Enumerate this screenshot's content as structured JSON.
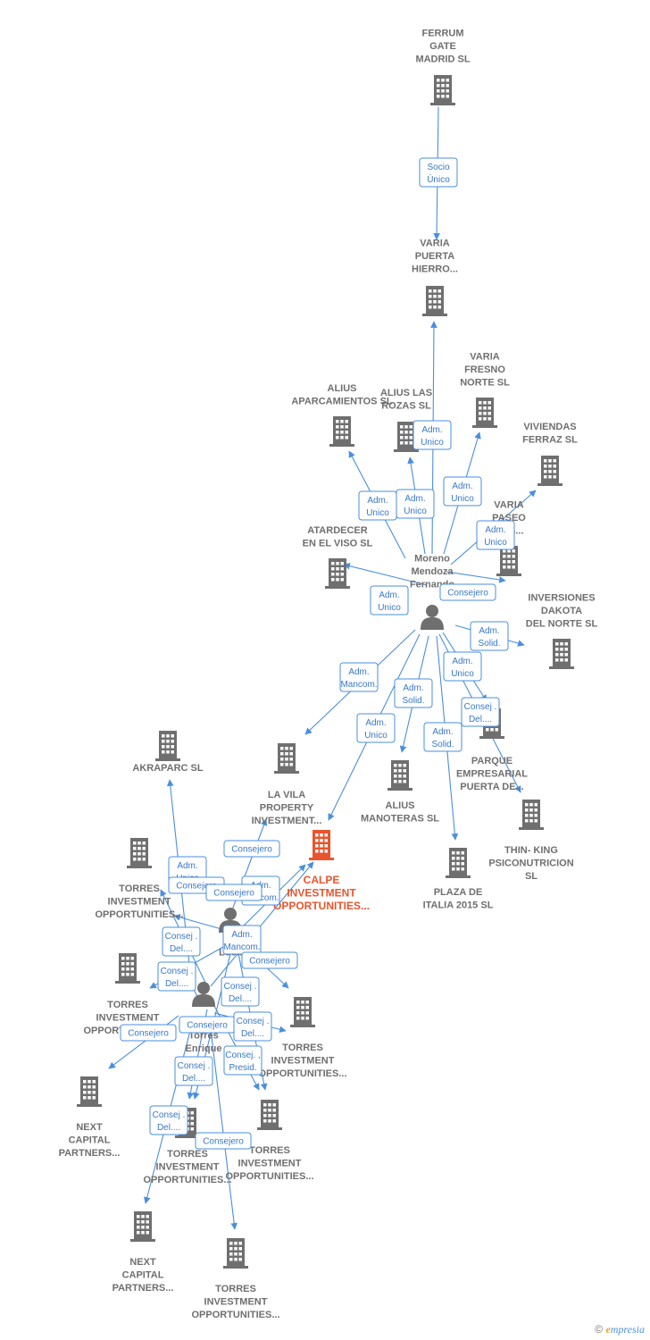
{
  "colors": {
    "company": "#6f6f6f",
    "focus": "#e8552d",
    "edge": "#4a8fde",
    "person": "#6f6f6f"
  },
  "footer": {
    "copyright": "©",
    "brand_initial": "e",
    "brand_rest": "mpresia"
  },
  "nodes": [
    {
      "id": "ferrum",
      "kind": "company",
      "lines": [
        "FERRUM",
        "GATE",
        "MADRID  SL"
      ]
    },
    {
      "id": "varia_pueta",
      "kind": "company",
      "lines": [
        "VARIA",
        "PUERTA",
        "HIERRO..."
      ]
    },
    {
      "id": "alius_aparc",
      "kind": "company",
      "lines": [
        "ALIUS",
        "APARCAMIENTOS SL"
      ]
    },
    {
      "id": "alius_rozas",
      "kind": "company",
      "lines": [
        "ALIUS LAS",
        "ROZAS SL"
      ]
    },
    {
      "id": "varia_fresno",
      "kind": "company",
      "lines": [
        "VARIA",
        "FRESNO",
        "NORTE  SL"
      ]
    },
    {
      "id": "viviendas",
      "kind": "company",
      "lines": [
        "VIVIENDAS",
        "FERRAZ  SL"
      ]
    },
    {
      "id": "varia_paseo",
      "kind": "company",
      "lines": [
        "VARIA",
        "PASEO",
        "...ES..."
      ]
    },
    {
      "id": "atardecer",
      "kind": "company",
      "lines": [
        "ATARDECER",
        "EN EL VISO  SL"
      ]
    },
    {
      "id": "moreno",
      "kind": "person",
      "lines": [
        "Moreno",
        "Mendoza",
        "Fernando"
      ]
    },
    {
      "id": "dakota",
      "kind": "company",
      "lines": [
        "INVERSIONES",
        "DAKOTA",
        "DEL NORTE SL"
      ]
    },
    {
      "id": "parque",
      "kind": "company",
      "lines": [
        "PARQUE",
        "EMPRESARIAL",
        "PUERTA DE..."
      ]
    },
    {
      "id": "thinking",
      "kind": "company",
      "lines": [
        "THIN- KING",
        "PSICONUTRICION",
        "SL"
      ]
    },
    {
      "id": "plaza",
      "kind": "company",
      "lines": [
        "PLAZA DE",
        "ITALIA 2015  SL"
      ]
    },
    {
      "id": "manoteras",
      "kind": "company",
      "lines": [
        "ALIUS",
        "MANOTERAS SL"
      ]
    },
    {
      "id": "lavila",
      "kind": "company",
      "lines": [
        "LA VILA",
        "PROPERTY",
        "INVESTMENT..."
      ]
    },
    {
      "id": "calpe",
      "kind": "focus",
      "lines": [
        "CALPE",
        "INVESTMENT",
        "OPPORTUNITIES..."
      ]
    },
    {
      "id": "akraparc",
      "kind": "company",
      "lines": [
        "AKRAPARC SL"
      ]
    },
    {
      "id": "torres1",
      "kind": "company",
      "lines": [
        "TORRES",
        "INVESTMENT",
        "OPPORTUNITIES..."
      ]
    },
    {
      "id": "lucas",
      "kind": "person",
      "lines": [
        "Lu",
        "Luca"
      ]
    },
    {
      "id": "torres2",
      "kind": "company",
      "lines": [
        "TORRES",
        "INVESTMENT",
        "OPPORTUNITIES..."
      ]
    },
    {
      "id": "gallego",
      "kind": "person",
      "lines": [
        "Gallego",
        "Torres",
        "Enrique"
      ]
    },
    {
      "id": "torres3",
      "kind": "company",
      "lines": [
        "TORRES",
        "INVESTMENT",
        "OPPORTUNITIES..."
      ]
    },
    {
      "id": "next1",
      "kind": "company",
      "lines": [
        "NEXT",
        "CAPITAL",
        "PARTNERS..."
      ]
    },
    {
      "id": "torres4",
      "kind": "company",
      "lines": [
        "TORRES",
        "INVESTMENT",
        "OPPORTUNITIES..."
      ]
    },
    {
      "id": "torres5",
      "kind": "company",
      "lines": [
        "TORRES",
        "INVESTMENT",
        "OPPORTUNITIES..."
      ]
    },
    {
      "id": "next2",
      "kind": "company",
      "lines": [
        "NEXT",
        "CAPITAL",
        "PARTNERS..."
      ]
    },
    {
      "id": "torres6",
      "kind": "company",
      "lines": [
        "TORRES",
        "INVESTMENT",
        "OPPORTUNITIES..."
      ]
    }
  ],
  "edges": [
    {
      "from": "ferrum",
      "to": "varia_pueta",
      "label": [
        "Socio",
        "Único"
      ]
    },
    {
      "from": "moreno",
      "to": "varia_pueta",
      "label": [
        "Adm.",
        "Unico"
      ]
    },
    {
      "from": "moreno",
      "to": "alius_aparc",
      "label": [
        "Adm.",
        "Unico"
      ]
    },
    {
      "from": "moreno",
      "to": "alius_rozas",
      "label": [
        "Adm.",
        "Unico"
      ]
    },
    {
      "from": "moreno",
      "to": "varia_fresno",
      "label": [
        "Adm.",
        "Unico"
      ]
    },
    {
      "from": "moreno",
      "to": "viviendas",
      "label": [
        "Adm.",
        "Unico"
      ]
    },
    {
      "from": "moreno",
      "to": "varia_paseo",
      "label": [
        "Adm.",
        "Unico"
      ]
    },
    {
      "from": "moreno",
      "to": "atardecer",
      "label": [
        "Adm.",
        "Solid."
      ]
    },
    {
      "from": "moreno",
      "to": "dakota",
      "label": [
        "Adm.",
        "Unico"
      ]
    },
    {
      "from": "moreno",
      "to": "parque",
      "label": [
        "Consej .",
        "Del...."
      ]
    },
    {
      "from": "moreno",
      "to": "thinking",
      "label": [
        "Adm.",
        "Solid."
      ]
    },
    {
      "from": "moreno",
      "to": "plaza",
      "label": [
        "Adm.",
        "Solid."
      ]
    },
    {
      "from": "moreno",
      "to": "manoteras",
      "label": [
        "Adm.",
        "Unico"
      ]
    },
    {
      "from": "moreno",
      "to": "calpe",
      "label": [
        "Adm.",
        "Mancom."
      ]
    },
    {
      "from": "moreno",
      "to": "lavila",
      "label": [
        "Consejero"
      ]
    },
    {
      "from": "lucas",
      "to": "lavila",
      "label": [
        "Consejero"
      ]
    },
    {
      "from": "lucas",
      "to": "calpe",
      "label": [
        "Adm.",
        "Mancom."
      ]
    },
    {
      "from": "gallego",
      "to": "calpe",
      "label": [
        "Adm.",
        "Mancom."
      ]
    },
    {
      "from": "gallego",
      "to": "akraparc",
      "label": [
        "Adm.",
        "Unico"
      ]
    },
    {
      "from": "gallego",
      "to": "torres1",
      "label": [
        "Consejero"
      ]
    },
    {
      "from": "lucas",
      "to": "torres1",
      "label": [
        "Consej .",
        "Del...."
      ]
    },
    {
      "from": "lucas",
      "to": "torres3",
      "label": [
        "Consejero"
      ]
    },
    {
      "from": "gallego",
      "to": "torres2",
      "label": [
        "Consej .",
        "Del...."
      ]
    },
    {
      "from": "gallego",
      "to": "next1",
      "label": [
        "Consejero"
      ]
    },
    {
      "from": "gallego",
      "to": "torres3",
      "label": [
        "Consejero"
      ]
    },
    {
      "from": "lucas",
      "to": "torres5",
      "label": [
        "Consej .",
        "Del...."
      ]
    },
    {
      "from": "gallego",
      "to": "torres5",
      "label": [
        "Consej. ,",
        "Presid."
      ]
    },
    {
      "from": "lucas",
      "to": "torres4",
      "label": [
        "Consej .",
        "Del...."
      ]
    },
    {
      "from": "gallego",
      "to": "torres4",
      "label": [
        "Consej .",
        "Del...."
      ]
    },
    {
      "from": "gallego",
      "to": "next2",
      "label": [
        "Consejero"
      ]
    },
    {
      "from": "gallego",
      "to": "torres6",
      "label": [
        "Consej .",
        "Del...."
      ]
    },
    {
      "from": "lucas",
      "to": "torres2",
      "label": [
        "Consejero"
      ]
    }
  ]
}
